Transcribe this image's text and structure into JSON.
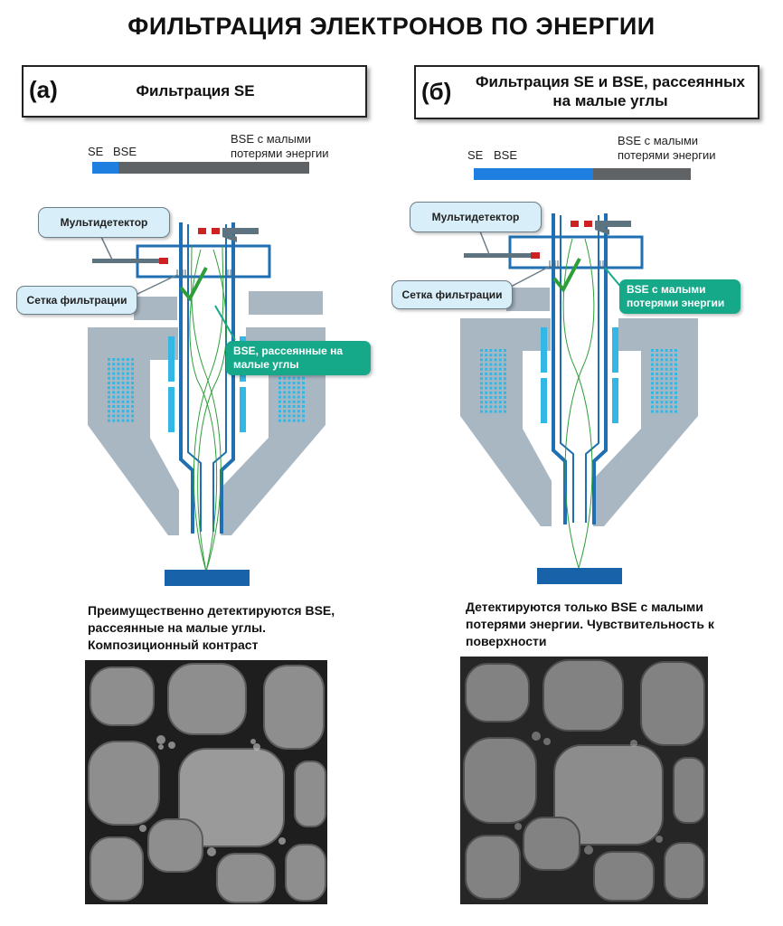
{
  "title": "ФИЛЬТРАЦИЯ ЭЛЕКТРОНОВ ПО ЭНЕРГИИ",
  "panels": [
    {
      "letter": "(а)",
      "heading": "Фильтрация SE",
      "bar": {
        "se": "SE",
        "bse": "BSE",
        "low_loss": "BSE с малыми потерями энергии",
        "blue_fraction": 0.12
      },
      "callouts": {
        "detector": "Мультидетектор",
        "grid": "Сетка фильтрации",
        "green": "BSE, рассеянные на малые углы"
      },
      "description": "Преимущественно детектируются BSE, рассеянные на малые углы. Композиционный контраст"
    },
    {
      "letter": "(б)",
      "heading": "Фильтрация SE и BSE, рассеянных на малые углы",
      "bar": {
        "se": "SE",
        "bse": "BSE",
        "low_loss": "BSE с малыми потерями энергии",
        "blue_fraction": 0.55
      },
      "callouts": {
        "detector": "Мультидетектор",
        "grid": "Сетка фильтрации",
        "green": "BSE с малыми потерями энергии"
      },
      "description": "Детектируются только BSE с малыми потерями энергии. Чувствительность к поверхности"
    }
  ],
  "colors": {
    "blue": "#1e7fe0",
    "gray_bar": "#5f6366",
    "steel": "#a9b7c2",
    "column": "#1f6fb2",
    "green": "#15a98a",
    "red": "#cc2222",
    "sample": "#1762a8"
  }
}
